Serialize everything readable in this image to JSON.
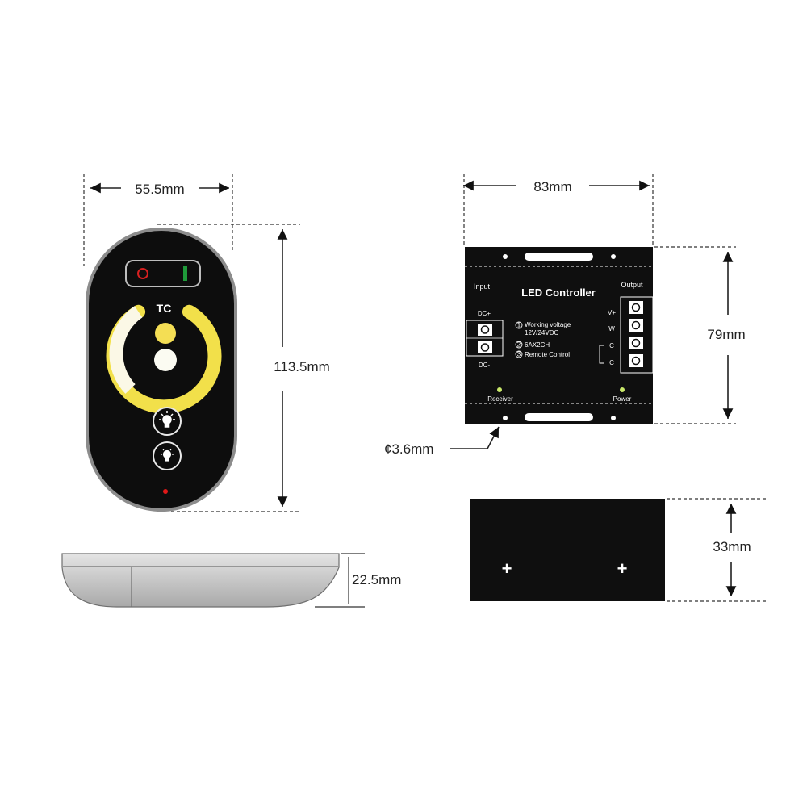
{
  "dimensions": {
    "remote_width": "55.5mm",
    "remote_height": "113.5mm",
    "remote_thickness": "22.5mm",
    "controller_width": "83mm",
    "controller_height": "79mm",
    "controller_depth": "33mm",
    "mounting_hole": "¢3.6mm"
  },
  "remote": {
    "brand": "TC",
    "colors": {
      "body": "#0d0d0d",
      "bezel": "#8c8c8c",
      "ring_yellow": "#f2e04a",
      "ring_white": "#fbf8e6",
      "power_red": "#d62020",
      "power_green": "#1f9a3a",
      "led_red": "#e01818"
    },
    "icons": [
      "power-off-icon",
      "power-on-icon",
      "bright-bulb-icon",
      "dim-bulb-icon"
    ]
  },
  "controller": {
    "title": "LED Controller",
    "input_label": "Input",
    "output_label": "Output",
    "dc_plus": "DC+",
    "dc_minus": "DC-",
    "spec_1_line1": "Working voltage",
    "spec_1_line2": "12V/24VDC",
    "spec_2": "6AX2CH",
    "spec_3": "Remote Control",
    "out_v": "V+",
    "out_w": "W",
    "out_c1": "C",
    "out_c2": "C",
    "receiver_label": "Receiver",
    "power_label": "Power",
    "spec_numbers": [
      "1",
      "2",
      "3"
    ],
    "colors": {
      "body": "#0f0f0f",
      "indicator": "#c9e86a"
    }
  }
}
